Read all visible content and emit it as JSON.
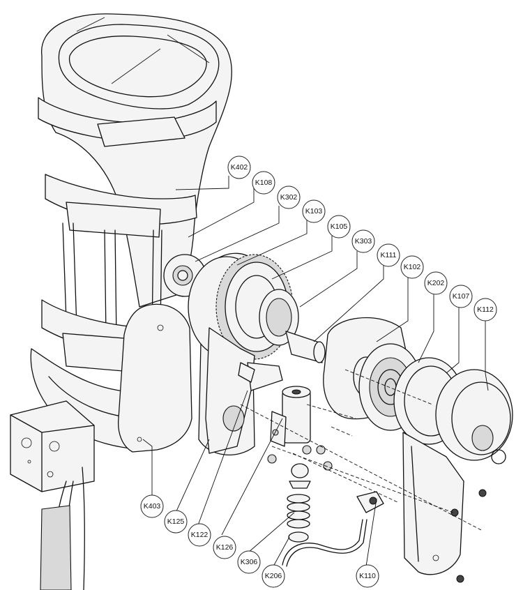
{
  "callouts": [
    {
      "id": "k402",
      "text": "K402"
    },
    {
      "id": "k108",
      "text": "K108"
    },
    {
      "id": "k302",
      "text": "K302"
    },
    {
      "id": "k103",
      "text": "K103"
    },
    {
      "id": "k105",
      "text": "K105"
    },
    {
      "id": "k303",
      "text": "K303"
    },
    {
      "id": "k111",
      "text": "K111"
    },
    {
      "id": "k102",
      "text": "K102"
    },
    {
      "id": "k202",
      "text": "K202"
    },
    {
      "id": "k107",
      "text": "K107"
    },
    {
      "id": "k112",
      "text": "K112"
    },
    {
      "id": "k403",
      "text": "K403"
    },
    {
      "id": "k125",
      "text": "K125"
    },
    {
      "id": "k122",
      "text": "K122"
    },
    {
      "id": "k126",
      "text": "K126"
    },
    {
      "id": "k306",
      "text": "K306"
    },
    {
      "id": "k206",
      "text": "K206"
    },
    {
      "id": "k110",
      "text": "K110"
    }
  ]
}
